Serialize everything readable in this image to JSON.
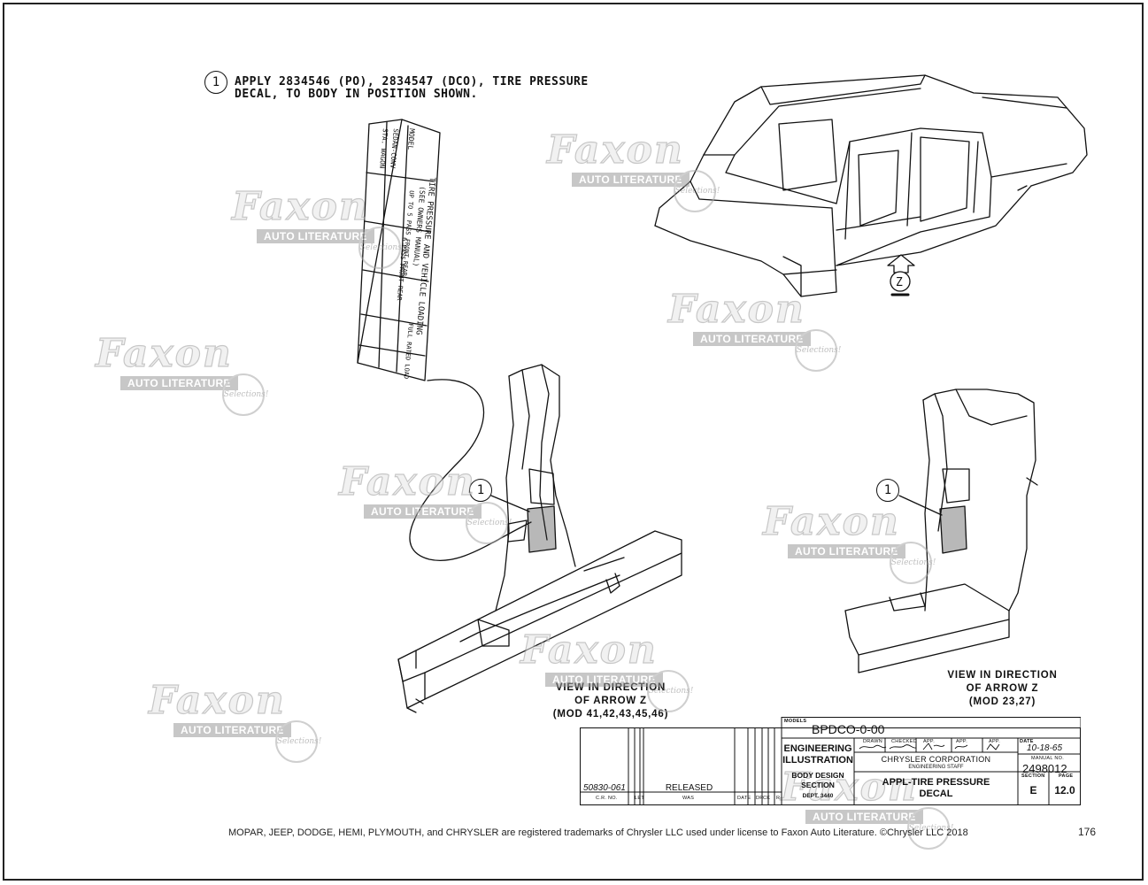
{
  "instruction": {
    "callout": "1",
    "line1": "APPLY 2834546 (PO), 2834547 (DCO), TIRE PRESSURE",
    "line2": "DECAL, TO BODY IN POSITION SHOWN."
  },
  "decal": {
    "title": "TIRE PRESSURE AND VEHICLE LOADING",
    "subtitle": "(SEE OWNERS MANUAL)",
    "column_headers": [
      "MODEL",
      "UP TO 5 PASS FRONT REAR",
      "6 PASS FRONT REAR",
      "FULL RATED LOAD"
    ],
    "rows": [
      "SEDAN-CONV",
      "STA. WAGON"
    ]
  },
  "arrow_label": "Z",
  "view_left": {
    "callout": "1",
    "caption_line1": "VIEW IN DIRECTION",
    "caption_line2": "OF ARROW Z",
    "caption_line3": "(MOD 41,42,43,45,46)"
  },
  "view_right": {
    "callout": "1",
    "caption_line1": "VIEW IN DIRECTION",
    "caption_line2": "OF ARROW Z",
    "caption_line3": "(MOD 23,27)"
  },
  "watermark": {
    "name": "Faxon",
    "sub": "AUTO LITERATURE",
    "seal": "Selections!"
  },
  "title_block": {
    "models_label": "MODELS",
    "models_value": "BPDCO-0-00",
    "engineering": "ENGINEERING",
    "illustration": "ILLUSTRATION",
    "body_design": "BODY DESIGN",
    "section": "SECTION",
    "dept": "DEPT. 3440",
    "drawn_label": "DRAWN",
    "checked_label": "CHECKED",
    "app_label": "APP.",
    "date_label": "DATE",
    "date_value": "10-18-65",
    "company": "CHRYSLER CORPORATION",
    "staff": "ENGINEERING STAFF",
    "manual_no_label": "MANUAL NO.",
    "manual_no": "2498012",
    "title_line1": "APPL-TIRE PRESSURE",
    "title_line2": "DECAL",
    "section_label": "SECTION",
    "section_value": "E",
    "page_label": "PAGE",
    "page_value": "12.0",
    "cr_no_value": "50830-061",
    "cr_no_label": "C.R. NO.",
    "let_label": "LET",
    "released": "RELEASED",
    "was_label": "WAS",
    "date_col_label": "DATE",
    "dr_label": "DR",
    "ck_label": "CK",
    "r_label": "R"
  },
  "footer": {
    "legal": "MOPAR, JEEP, DODGE, HEMI, PLYMOUTH, and CHRYSLER are registered trademarks of Chrysler LLC used under license to Faxon Auto Literature. ©Chrysler LLC 2018",
    "page_number": "176"
  }
}
